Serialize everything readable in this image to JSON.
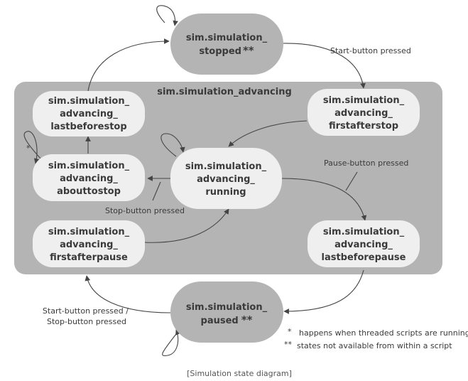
{
  "group": {
    "label": "sim.simulation_advancing"
  },
  "states": {
    "stopped": {
      "line1": "sim.simulation_",
      "line2": "stopped",
      "mark": "**"
    },
    "lastbeforestop": {
      "line1": "sim.simulation_",
      "line2": "advancing_",
      "line3": "lastbeforestop"
    },
    "firstafterstop": {
      "line1": "sim.simulation_",
      "line2": "advancing_",
      "line3": "firstafterstop"
    },
    "abouttostop": {
      "line1": "sim.simulation_",
      "line2": "advancing_",
      "line3": "abouttostop"
    },
    "running": {
      "line1": "sim.simulation_",
      "line2": "advancing_",
      "line3": "running"
    },
    "firstafterpause": {
      "line1": "sim.simulation_",
      "line2": "advancing_",
      "line3": "firstafterpause"
    },
    "lastbeforepause": {
      "line1": "sim.simulation_",
      "line2": "advancing_",
      "line3": "lastbeforepause"
    },
    "paused": {
      "line1": "sim.simulation_",
      "line2": "paused",
      "mark": "**"
    }
  },
  "labels": {
    "start_pressed": "Start-button pressed",
    "pause_pressed": "Pause-button pressed",
    "stop_pressed": "Stop-button pressed",
    "start_stop_line1": "Start-button pressed /",
    "start_stop_line2": "Stop-button pressed",
    "self_loop_star": "*"
  },
  "notes": {
    "single_mark": "*",
    "single_text": "happens when threaded scripts are running",
    "double_mark": "**",
    "double_text": "states not available from within a script"
  },
  "caption": "[Simulation state diagram]",
  "colors": {
    "group_fill": "#b4b4b4",
    "outer_node_fill": "#b4b4b4",
    "inner_node_fill": "#efefef",
    "edge": "#444444",
    "text": "#3a3a3a"
  }
}
